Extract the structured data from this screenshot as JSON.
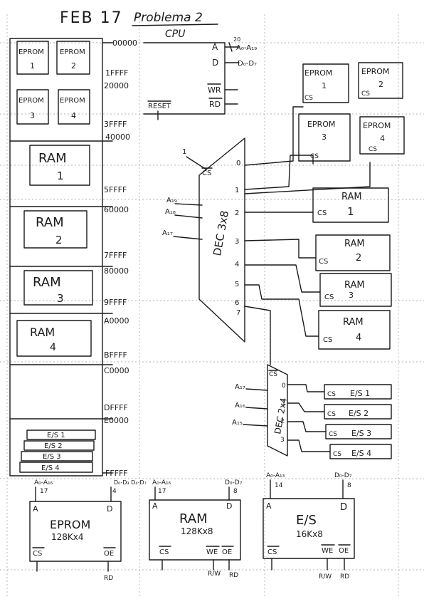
{
  "title": "FEB 17",
  "subtitle": "Problema 2",
  "cpu": {
    "label": "CPU",
    "pin_a": "A",
    "pin_d": "D",
    "addr_bus": "A₀-A₁₉",
    "data_bus": "D₀-D₇",
    "addr_width": "20",
    "wr": "WR",
    "rd": "RD",
    "reset": "RESET"
  },
  "memory_map": {
    "blocks": [
      {
        "line1": "EPROM",
        "line2": "1"
      },
      {
        "line1": "EPROM",
        "line2": "2"
      },
      {
        "line1": "EPROM",
        "line2": "3"
      },
      {
        "line1": "EPROM",
        "line2": "4"
      },
      {
        "line1": "RAM",
        "line2": "1"
      },
      {
        "line1": "RAM",
        "line2": "2"
      },
      {
        "line1": "RAM",
        "line2": "3"
      },
      {
        "line1": "RAM",
        "line2": "4"
      }
    ],
    "io_blocks": [
      "E/S 1",
      "E/S 2",
      "E/S 3",
      "E/S 4"
    ],
    "addresses": [
      "00000",
      "1FFFF",
      "20000",
      "3FFFF",
      "40000",
      "5FFFF",
      "60000",
      "7FFFF",
      "80000",
      "9FFFF",
      "A0000",
      "BFFFF",
      "C0000",
      "DFFFF",
      "E0000",
      "FFFFF"
    ]
  },
  "decoder1": {
    "label": "DEC 3x8",
    "cs": "CS",
    "enable_in": "1",
    "inputs": [
      "A₁₉",
      "A₁₈",
      "A₁₇"
    ],
    "outputs": [
      "0",
      "1",
      "2",
      "3",
      "4",
      "5",
      "6",
      "7"
    ]
  },
  "decoder2": {
    "label": "DEC 2x4",
    "cs": "CS",
    "inputs": [
      "A₁₇",
      "A₁₆",
      "A₁₅"
    ],
    "outputs": [
      "0",
      "1",
      "2",
      "3"
    ]
  },
  "outputs": {
    "eprom": [
      {
        "name": "EPROM",
        "num": "1",
        "cs": "CS"
      },
      {
        "name": "EPROM",
        "num": "2",
        "cs": "CS"
      },
      {
        "name": "EPROM",
        "num": "3",
        "cs": "CS"
      },
      {
        "name": "EPROM",
        "num": "4",
        "cs": "CS"
      }
    ],
    "ram": [
      {
        "name": "RAM",
        "num": "1",
        "cs": "CS"
      },
      {
        "name": "RAM",
        "num": "2",
        "cs": "CS"
      },
      {
        "name": "RAM",
        "num": "3",
        "cs": "CS"
      },
      {
        "name": "RAM",
        "num": "4",
        "cs": "CS"
      }
    ],
    "io": [
      {
        "name": "E/S 1",
        "cs": "CS"
      },
      {
        "name": "E/S 2",
        "cs": "CS"
      },
      {
        "name": "E/S 3",
        "cs": "CS"
      },
      {
        "name": "E/S 4",
        "cs": "CS"
      }
    ]
  },
  "chips": [
    {
      "name": "EPROM",
      "size": "128Kx4",
      "a": "A",
      "d": "D",
      "cs": "CS",
      "oe": "OE",
      "we": "",
      "addr_bus": "A₀-A₁₆",
      "addr_width": "17",
      "data_bus": "D₀-D₃ D₄-D₇",
      "data_width": "4",
      "rd": "RD",
      "rw": ""
    },
    {
      "name": "RAM",
      "size": "128Kx8",
      "a": "A",
      "d": "D",
      "cs": "CS",
      "oe": "OE",
      "we": "WE",
      "addr_bus": "A₀-A₁₆",
      "addr_width": "17",
      "data_bus": "D₀-D₇",
      "data_width": "8",
      "rd": "RD",
      "rw": "R/W"
    },
    {
      "name": "E/S",
      "size": "16Kx8",
      "a": "A",
      "d": "D",
      "cs": "CS",
      "oe": "OE",
      "we": "WE",
      "addr_bus": "A₀-A₁₃",
      "addr_width": "14",
      "data_bus": "D₀-D₇",
      "data_width": "8",
      "rd": "RD",
      "rw": "R/W"
    }
  ]
}
